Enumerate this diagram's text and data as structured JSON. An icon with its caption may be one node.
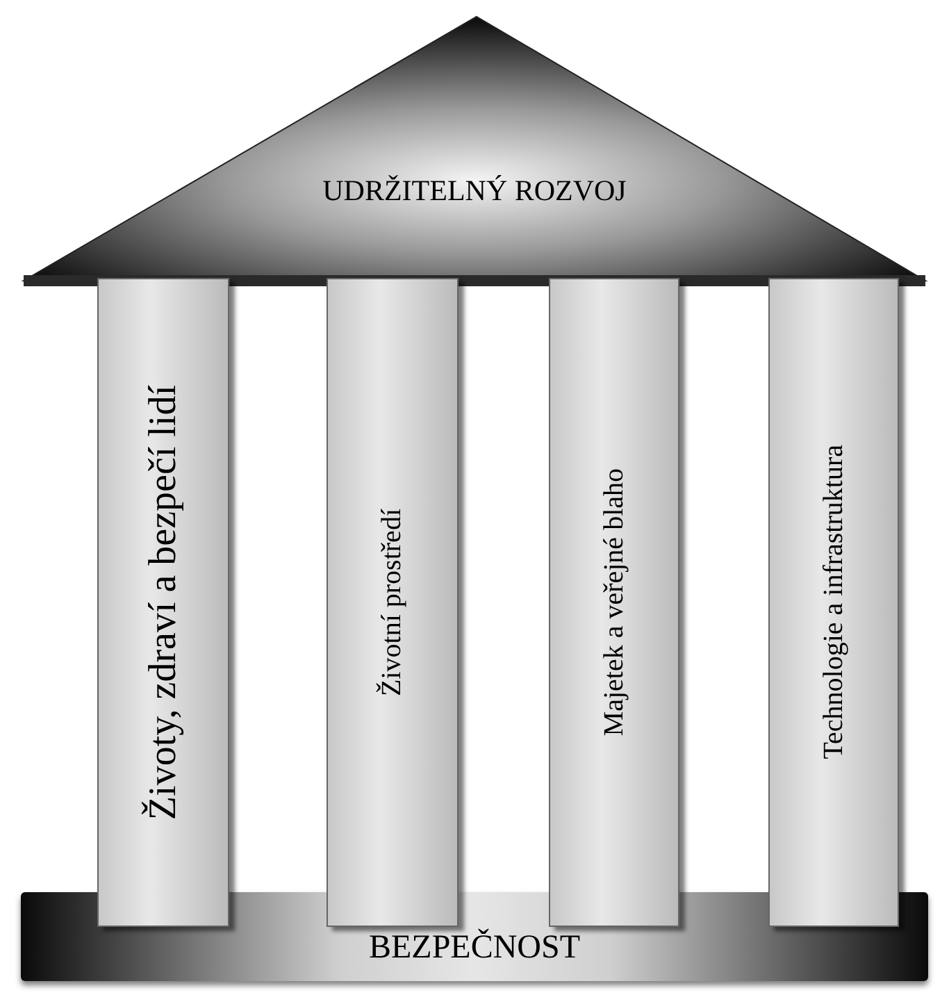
{
  "diagram": {
    "nodes": [
      {
        "text": [
          "UDRŽITELNÝ ROZVOJ"
        ]
      },
      {
        "text": [
          "Životy, zdraví a bezpečí lidí"
        ]
      },
      {
        "text": [
          "Životní prostředí"
        ]
      },
      {
        "text": [
          "Majetek a veřejné blaho"
        ]
      },
      {
        "text": [
          "Technologie a infrastruktura"
        ]
      },
      {
        "text": [
          "BEZPEČNOST"
        ]
      }
    ]
  }
}
